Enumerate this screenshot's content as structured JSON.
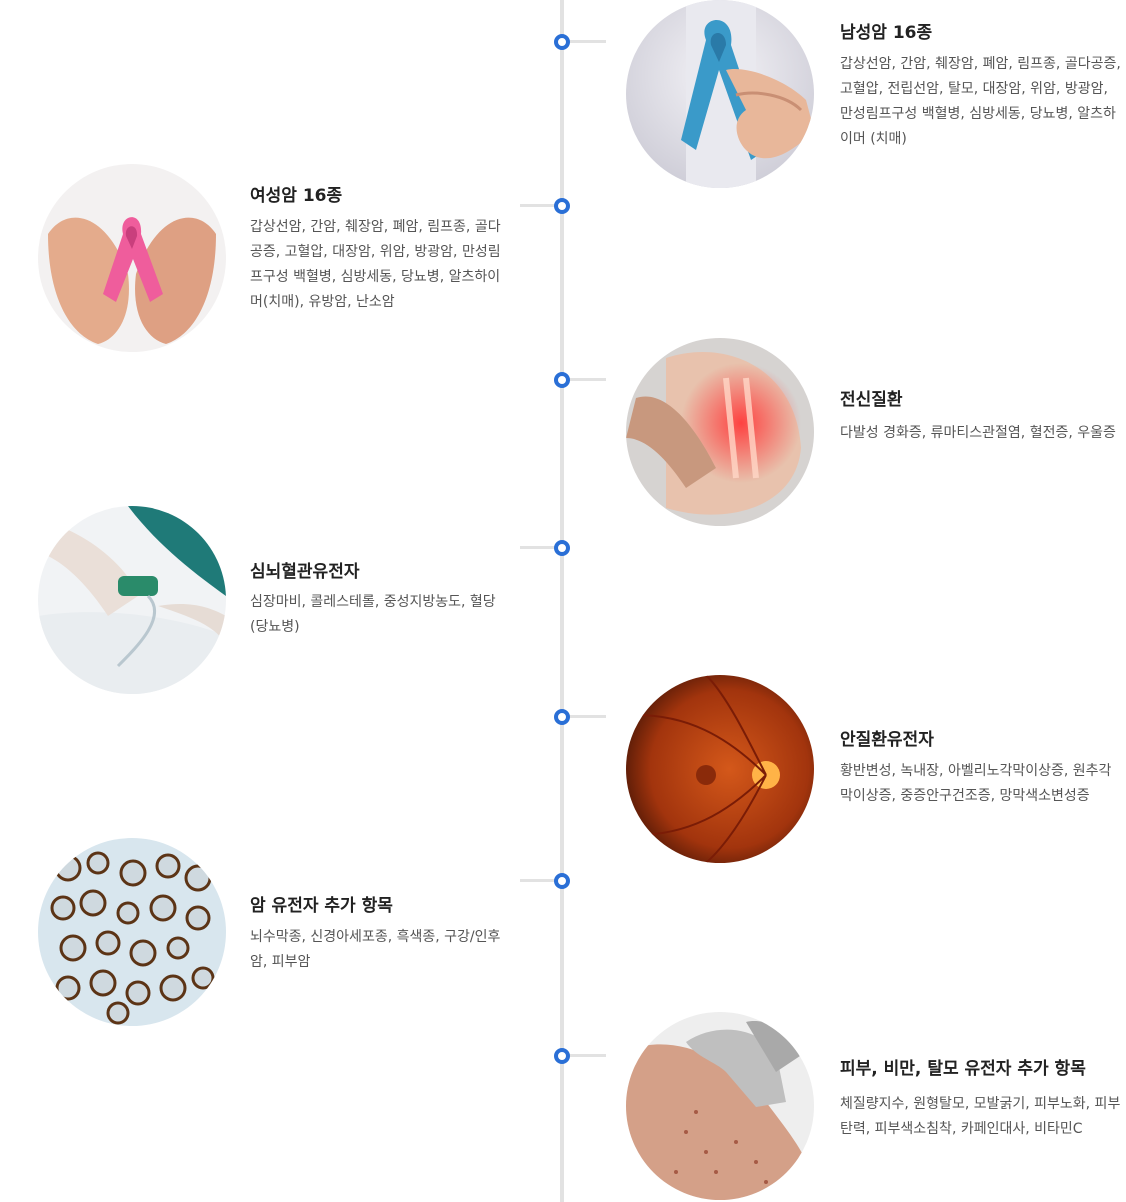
{
  "entries": [
    {
      "id": "male",
      "title": "남성암 16종",
      "desc": "갑상선암, 간암, 췌장암, 폐암, 림프종, 골다공증, 고혈압, 전립선암, 탈모, 대장암, 위암, 방광암, 만성림프구성 백혈병, 심방세동, 당뇨병, 알츠하이머 (치매)",
      "image": "blue-ribbon-photo"
    },
    {
      "id": "female",
      "title": "여성암 16종",
      "desc": "갑상선암, 간암, 췌장암, 폐암, 림프종, 골다공증, 고혈압, 대장암, 위암, 방광암, 만성림프구성 백혈병, 심방세동, 당뇨병, 알츠하이머(치매), 유방암, 난소암",
      "image": "pink-ribbon-photo"
    },
    {
      "id": "systemic",
      "title": "전신질환",
      "desc": "다발성 경화증, 류마티스관절염, 혈전증, 우울증",
      "image": "knee-pain-photo"
    },
    {
      "id": "cardio",
      "title": "심뇌혈관유전자",
      "desc": "심장마비, 콜레스테롤, 중성지방농도, 혈당(당뇨병)",
      "image": "blood-draw-photo"
    },
    {
      "id": "eye",
      "title": "안질환유전자",
      "desc": "황반변성, 녹내장, 아벨리노각막이상증, 원추각막이상증, 중증안구건조증, 망막색소변성증",
      "image": "retina-photo"
    },
    {
      "id": "cancer_extra",
      "title": "암 유전자 추가 항목",
      "desc": "뇌수막종, 신경아세포종, 흑색종, 구강/인후암, 피부암",
      "image": "tissue-photo"
    },
    {
      "id": "skin",
      "title": "피부, 비만, 탈모 유전자 추가 항목",
      "desc": "체질량지수, 원형탈모, 모발굵기, 피부노화, 피부탄력, 피부색소침착, 카페인대사, 비타민C",
      "image": "skin-photo"
    }
  ],
  "colors": {
    "node": "#2a6fd6",
    "line": "#e2e2e2"
  }
}
